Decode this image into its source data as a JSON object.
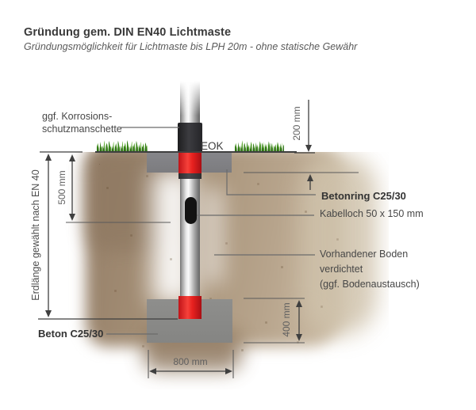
{
  "header": {
    "title": "Gründung gem. DIN EN40 Lichtmaste",
    "subtitle": "Gründungsmöglichkeit für Lichtmaste bis LPH 20m - ohne statische Gewähr"
  },
  "labels": {
    "corrosion_line1": "ggf. Korrosions-",
    "corrosion_line2": "schutzmanschette",
    "eok": "EOK",
    "betonring": "Betonring C25/30",
    "kabelloch": "Kabelloch 50 x 150 mm",
    "boden_line1": "Vorhandener Boden",
    "boden_line2": "verdichtet",
    "boden_line3": "(ggf. Bodenaustausch)",
    "beton": "Beton C25/30",
    "erdlaenge": "Erdlänge gewählt nach EN 40"
  },
  "dimensions": {
    "dim_200": "200 mm",
    "dim_500": "500 mm",
    "dim_400": "400 mm",
    "dim_800": "800 mm"
  },
  "colors": {
    "line": "#3f3f3f",
    "pointer": "#6b6b6b",
    "soil": "#a89379",
    "concrete": "#828285",
    "mast_red": "#e8211f",
    "band_black": "#2e2e30",
    "grass_green": "#4d9c26",
    "text": "#474747"
  }
}
